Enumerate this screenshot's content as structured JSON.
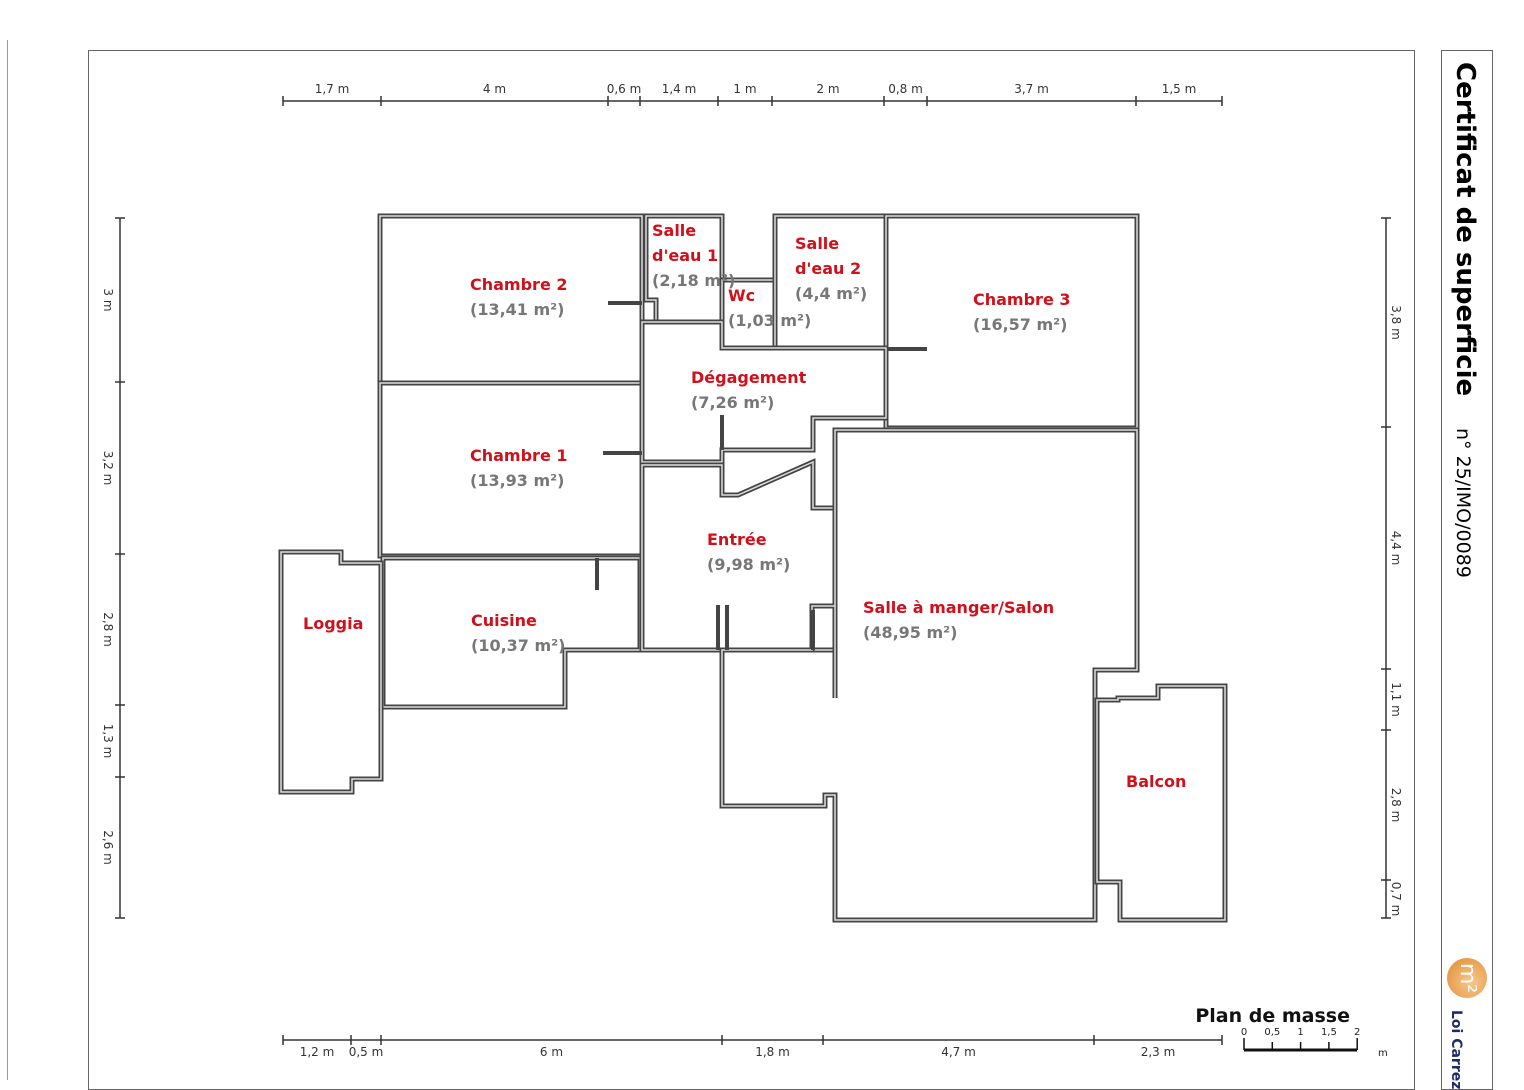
{
  "header": {
    "title": "Certificat de superficie",
    "number": "n° 25/IMO/0089"
  },
  "logo": {
    "symbol": "m²",
    "text": "Loi Carrez",
    "color": "#e08a2c"
  },
  "plan": {
    "title": "Plan de masse",
    "scale_ticks": [
      "0",
      "0,5",
      "1",
      "1,5",
      "2"
    ],
    "scale_unit": "m"
  },
  "dimensions": {
    "top": [
      "1,7 m",
      "4 m",
      "0,6 m",
      "1,4 m",
      "1 m",
      "2 m",
      "0,8 m",
      "3,7 m",
      "1,5 m"
    ],
    "bottom": [
      "1,2 m",
      "0,5 m",
      "6 m",
      "1,8 m",
      "4,7 m",
      "2,3 m"
    ],
    "left": [
      "3 m",
      "3,2 m",
      "2,8 m",
      "1,3 m",
      "2,6 m"
    ],
    "right": [
      "3,8 m",
      "4,4 m",
      "1,1 m",
      "2,8 m",
      "0,7 m"
    ]
  },
  "rooms": [
    {
      "name": "Chambre 2",
      "area": "(13,41 m²)"
    },
    {
      "name": "Salle d'eau 1",
      "area": "(2,18 m²)"
    },
    {
      "name": "Wc",
      "area": "(1,03 m²)"
    },
    {
      "name": "Salle d'eau 2",
      "area": "(4,4 m²)"
    },
    {
      "name": "Chambre 3",
      "area": "(16,57 m²)"
    },
    {
      "name": "Dégagement",
      "area": "(7,26 m²)"
    },
    {
      "name": "Chambre 1",
      "area": "(13,93 m²)"
    },
    {
      "name": "Entrée",
      "area": "(9,98 m²)"
    },
    {
      "name": "Salle à manger/Salon",
      "area": "(48,95 m²)"
    },
    {
      "name": "Loggia",
      "area": ""
    },
    {
      "name": "Cuisine",
      "area": "(10,37 m²)"
    },
    {
      "name": "Balcon",
      "area": ""
    }
  ],
  "colors": {
    "room_label": "#d0101a",
    "area_label": "#777777",
    "walls": "#444444"
  }
}
